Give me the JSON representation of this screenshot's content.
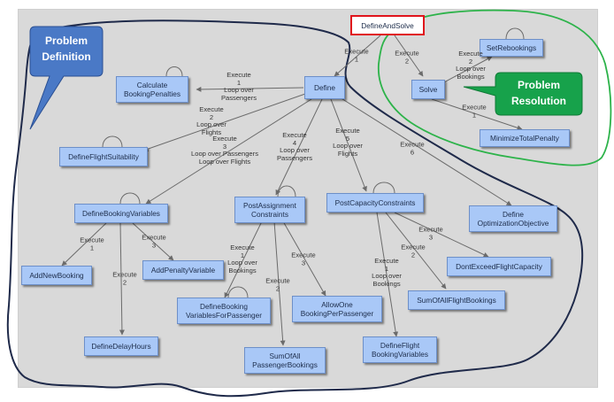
{
  "root": {
    "label": "DefineAndSolve"
  },
  "nodes": {
    "define": "Define",
    "calc": "Calculate\nBookingPenalties",
    "suitability": "DefineFlightSuitability",
    "bookingvars": "DefineBookingVariables",
    "addnew": "AddNewBooking",
    "addpenalty": "AddPenaltyVariable",
    "delay": "DefineDelayHours",
    "postassign": "PostAssignment\nConstraints",
    "perpass": "DefineBooking\nVariablesForPassenger",
    "sumall": "SumOfAll\nPassengerBookings",
    "allowone": "AllowOne\nBookingPerPassenger",
    "postcap": "PostCapacityConstraints",
    "flightvars": "DefineFlight\nBookingVariables",
    "sumflight": "SumOfAllFlightBookings",
    "dontexceed": "DontExceedFlightCapacity",
    "objective": "Define\nOptimizationObjective",
    "solve": "Solve",
    "rebook": "SetRebookings",
    "minimize": "MinimizeTotalPenalty"
  },
  "edge_labels": {
    "root_define": "Execute\n1",
    "root_solve": "Execute\n2",
    "define_calc": "Execute\n1\nLoop over\nPassengers",
    "define_suit": "Execute\n2\nLoop over\nFlights",
    "define_bv": "Execute\n3\nLoop over Passengers\nLoop over Flights",
    "define_pa": "Execute\n4\nLoop over\nPassengers",
    "define_pc": "Execute\n5\nLoop over\nFlights",
    "define_obj": "Execute\n6",
    "bv_addnew": "Execute\n1",
    "bv_delay": "Execute\n2",
    "bv_penalty": "Execute\n3",
    "pa_perpass": "Execute\n1\nLoop over\nBookings",
    "pa_sumall": "Execute\n2",
    "pa_allowone": "Execute\n3",
    "pc_flightvars": "Execute\n1\nLoop over\nBookings",
    "pc_sumflight": "Execute\n2",
    "pc_dontexceed": "Execute\n3",
    "solve_rebook": "Execute\n2\nLoop over\nBookings",
    "solve_minimize": "Execute\n1"
  },
  "callouts": {
    "definition": "Problem\nDefinition",
    "resolution": "Problem\nResolution"
  },
  "colors": {
    "node_fill": "#a9c8f7",
    "node_border": "#6d8fc8",
    "root_border": "#e0141c",
    "definition_callout": "#4a79c6",
    "resolution_callout": "#17a24b",
    "definition_outline": "#1f2a4a",
    "resolution_outline": "#2db34a",
    "edge": "#6b6b6b"
  }
}
